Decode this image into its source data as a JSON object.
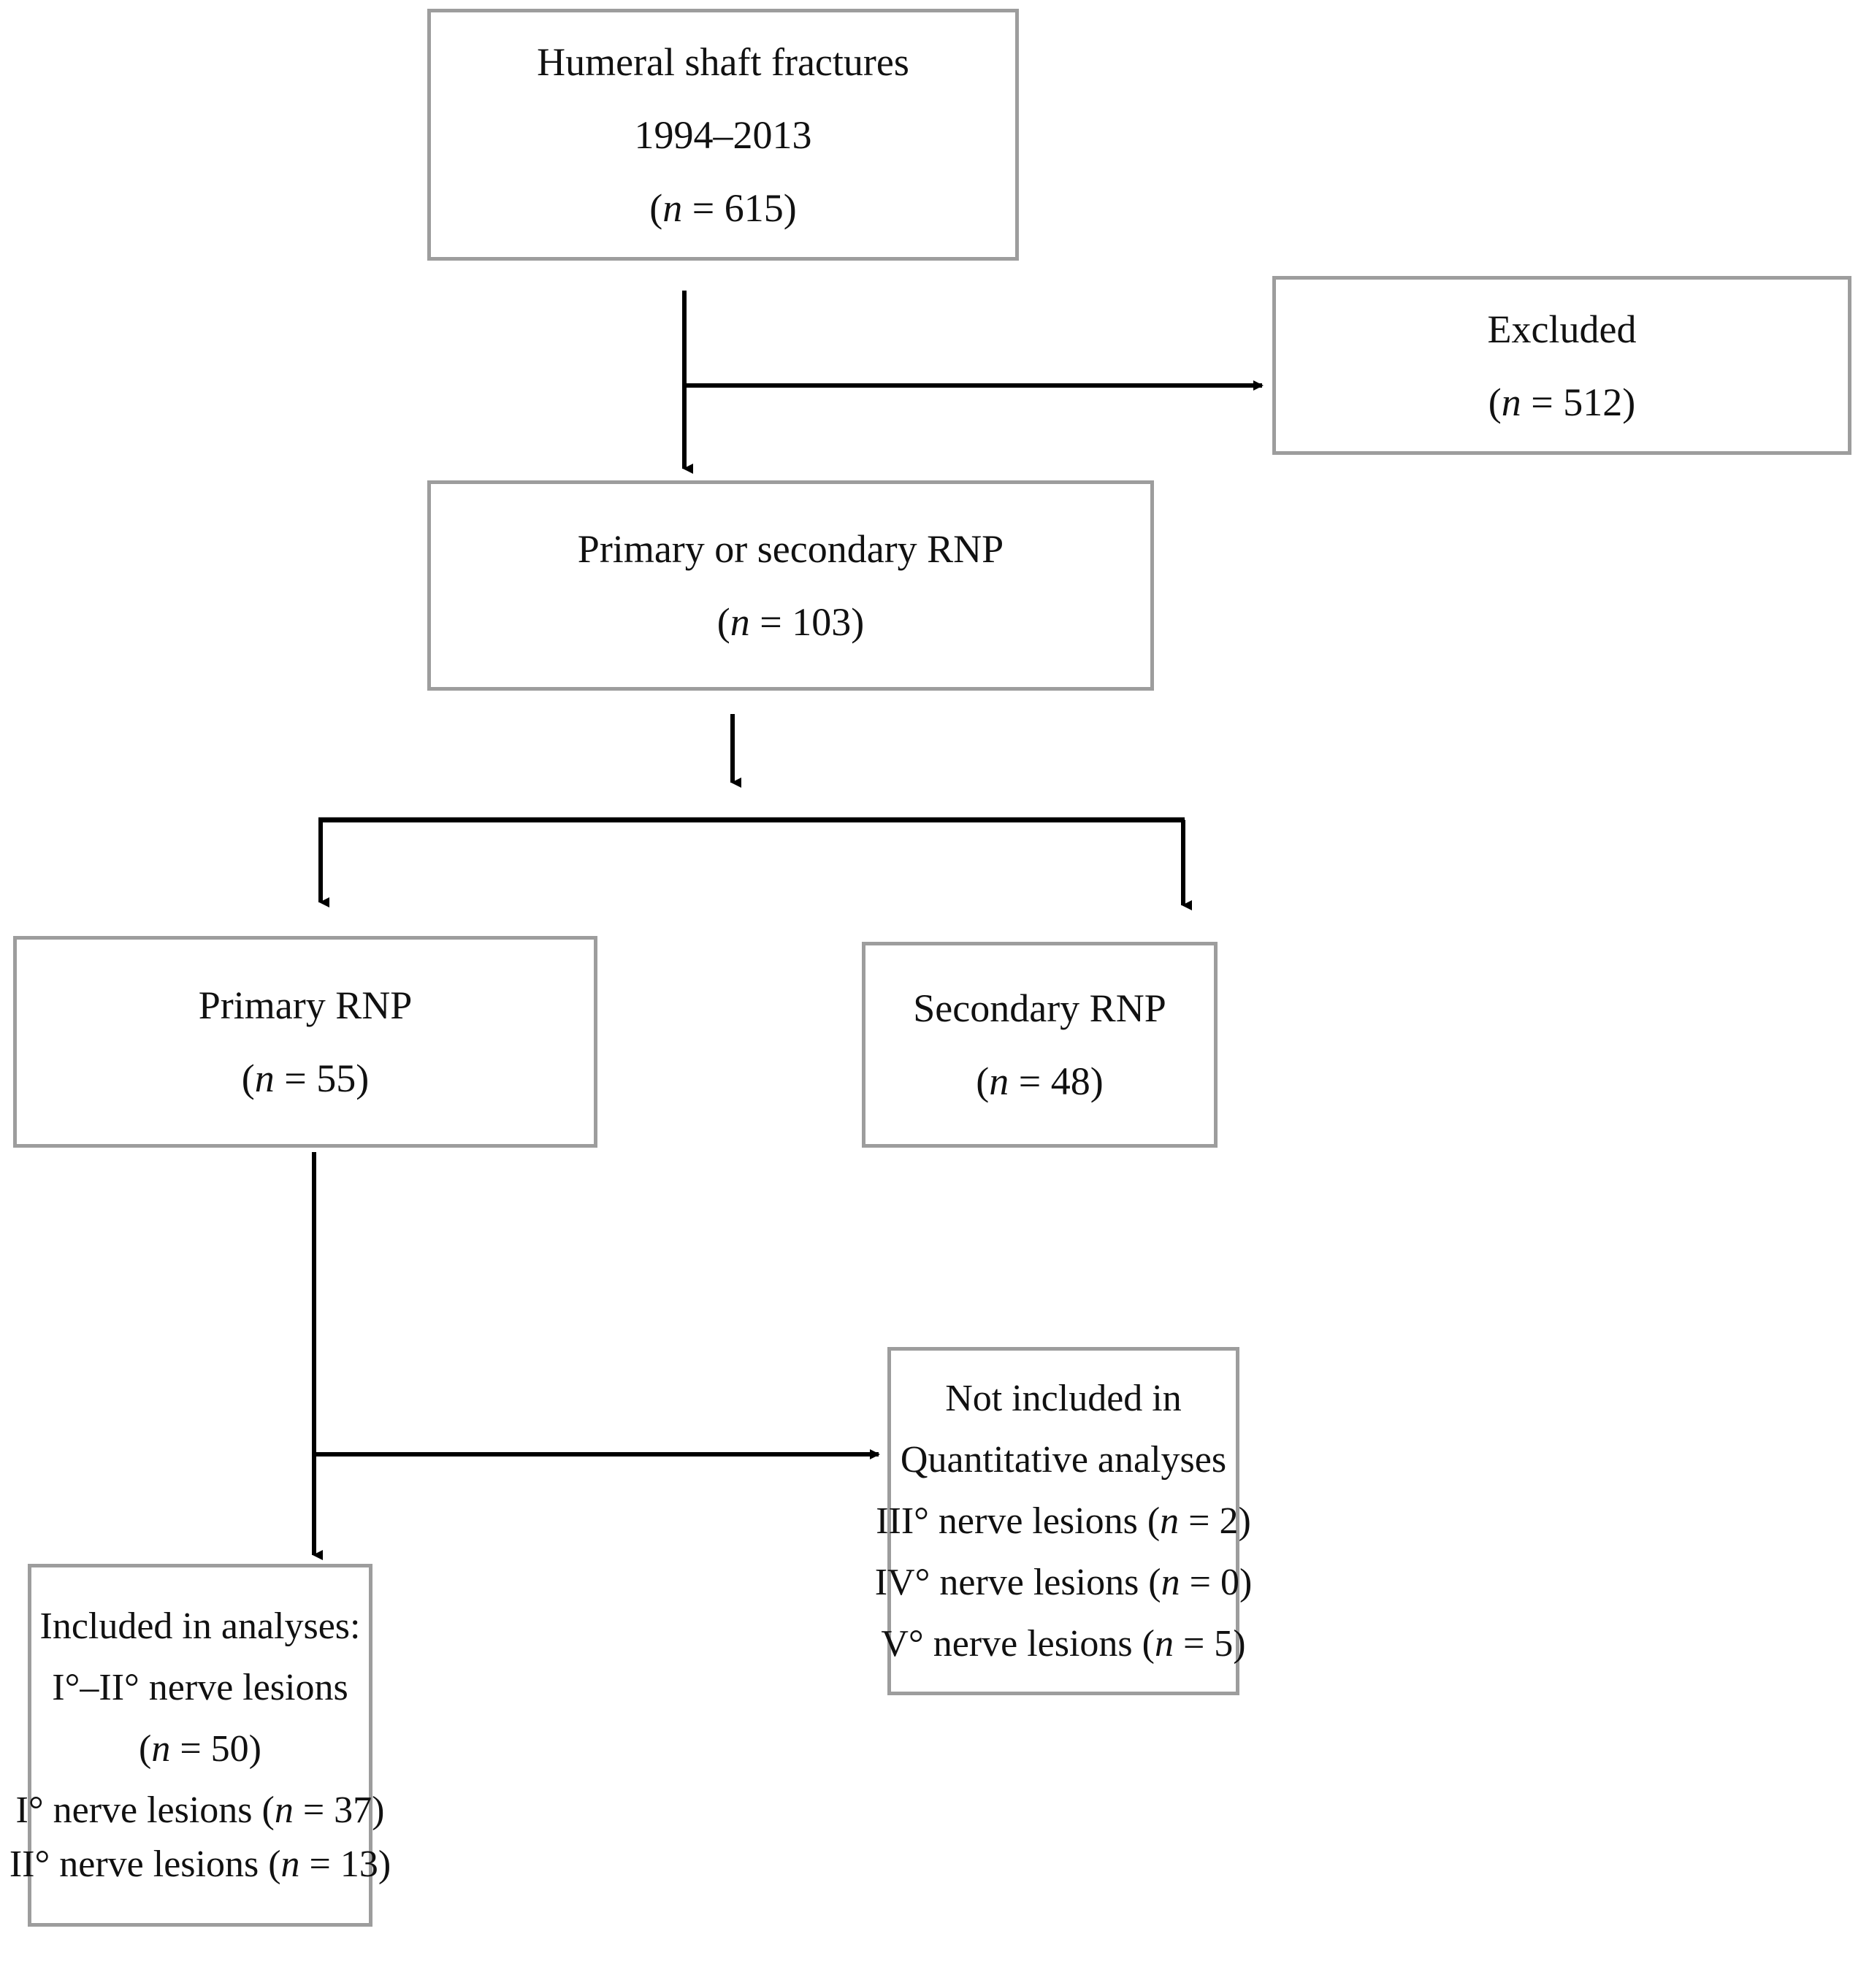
{
  "figure": {
    "type": "flowchart",
    "title": "Patient selection flow diagram",
    "box_border_color": "#9d9d9d",
    "line_color": "#000000",
    "background": "#ffffff"
  },
  "nodes": {
    "source": {
      "name": "humeral-shaft-fractures",
      "line1": "Humeral shaft fractures",
      "line2": "1994–2013",
      "count_open": "(",
      "count_var": "n",
      "count_eq": " = 615)"
    },
    "excluded": {
      "name": "excluded",
      "line1": "Excluded",
      "count_open": "(",
      "count_var": "n",
      "count_eq": " = 512)"
    },
    "rnp": {
      "name": "primary-or-secondary-rnp",
      "line1": "Primary or secondary RNP",
      "count_open": "(",
      "count_var": "n",
      "count_eq": " = 103)"
    },
    "primary": {
      "name": "primary-rnp",
      "line1": "Primary RNP",
      "count_open": "(",
      "count_var": "n",
      "count_eq": " = 55)"
    },
    "secondary": {
      "name": "secondary-rnp",
      "line1": "Secondary RNP",
      "count_open": "(",
      "count_var": "n",
      "count_eq": " = 48)"
    },
    "not_included": {
      "name": "not-included-quantitative",
      "line1": "Not included in",
      "line2": "Quantitative analyses",
      "row3_pre": "III° nerve lesions (",
      "row3_var": "n",
      "row3_post": " = 2)",
      "row4_pre": "IV° nerve lesions (",
      "row4_var": "n",
      "row4_post": " = 0)",
      "row5_pre": "V° nerve lesions (",
      "row5_var": "n",
      "row5_post": " = 5)"
    },
    "included": {
      "name": "included-in-analyses",
      "line1": "Included in analyses:",
      "line2": "I°–II° nerve lesions",
      "count_open": "(",
      "count_var": "n",
      "count_eq": " = 50)",
      "row4_pre": "I° nerve lesions (",
      "row4_var": "n",
      "row4_post": " = 37)",
      "row5_pre": "II° nerve lesions (",
      "row5_var": "n",
      "row5_post": " = 13)"
    }
  },
  "edges": [
    {
      "name": "source-to-rnp",
      "from": "source",
      "to": "rnp",
      "style": "straight-down-arrow"
    },
    {
      "name": "source-to-excluded",
      "from": "source",
      "to": "excluded",
      "style": "elbow-right-arrow"
    },
    {
      "name": "rnp-to-split",
      "from": "rnp",
      "to": "split",
      "style": "straight-down-arrow"
    },
    {
      "name": "split-to-primary",
      "from": "split",
      "to": "primary",
      "style": "elbow-down-arrow"
    },
    {
      "name": "split-to-secondary",
      "from": "split",
      "to": "secondary",
      "style": "elbow-down-arrow"
    },
    {
      "name": "primary-to-included",
      "from": "primary",
      "to": "included",
      "style": "straight-down-arrow"
    },
    {
      "name": "primary-to-not-included",
      "from": "primary",
      "to": "not_included",
      "style": "elbow-right-arrow"
    }
  ],
  "chart_data": {
    "type": "flowchart",
    "title": "Patient selection flow diagram",
    "stages": [
      {
        "label": "Humeral shaft fractures 1994–2013",
        "n": 615
      },
      {
        "label": "Excluded",
        "n": 512
      },
      {
        "label": "Primary or secondary RNP",
        "n": 103
      },
      {
        "label": "Primary RNP",
        "n": 55
      },
      {
        "label": "Secondary RNP",
        "n": 48
      },
      {
        "label": "Included in analyses: I°–II° nerve lesions",
        "n": 50
      },
      {
        "label": "I° nerve lesions",
        "n": 37
      },
      {
        "label": "II° nerve lesions",
        "n": 13
      },
      {
        "label": "Not included in Quantitative analyses: III° nerve lesions",
        "n": 2
      },
      {
        "label": "Not included in Quantitative analyses: IV° nerve lesions",
        "n": 0
      },
      {
        "label": "Not included in Quantitative analyses: V° nerve lesions",
        "n": 5
      }
    ]
  }
}
